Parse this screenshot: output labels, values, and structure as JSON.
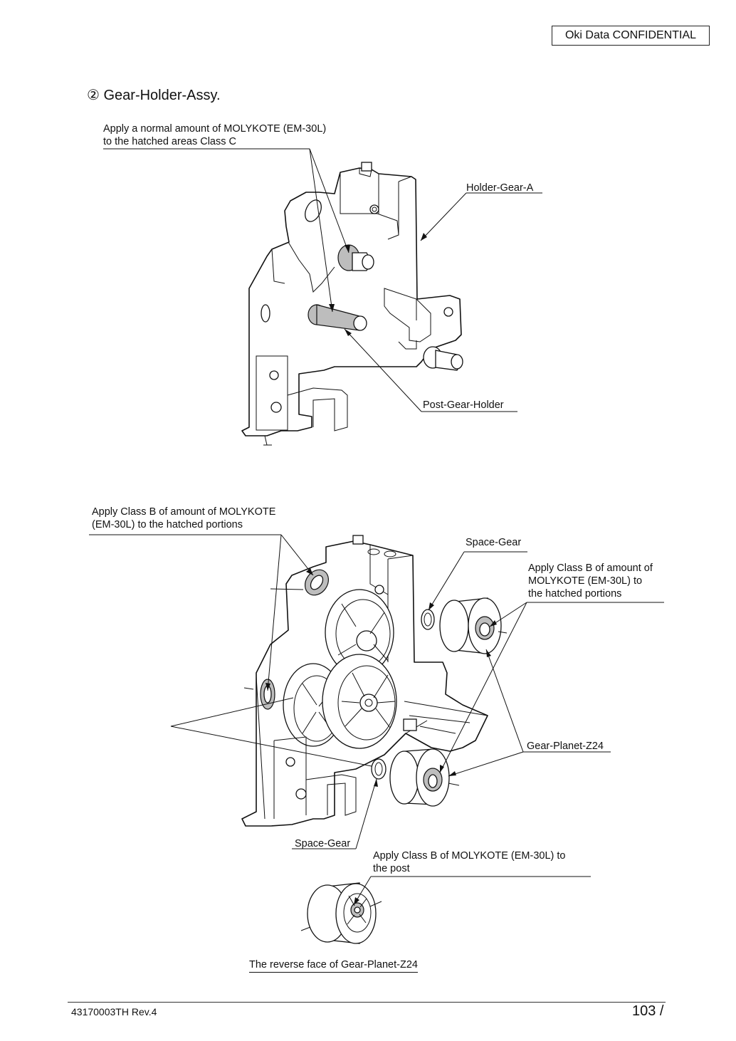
{
  "header": {
    "confidential": "Oki  Data  CONFIDENTIAL"
  },
  "section": {
    "title": "② Gear-Holder-Assy."
  },
  "figure1": {
    "note": "Apply a normal amount of MOLYKOTE (EM-30L)\nto the hatched areas       Class C",
    "label_holder": "Holder-Gear-A",
    "label_post": "Post-Gear-Holder"
  },
  "figure2": {
    "note_left": "Apply Class B of amount of MOLYKOTE\n(EM-30L) to the hatched portions",
    "label_space_top": "Space-Gear",
    "note_right": "Apply Class B of amount of\nMOLYKOTE (EM-30L) to\nthe hatched portions",
    "label_planet": "Gear-Planet-Z24",
    "label_space_bottom": "Space-Gear"
  },
  "figure3": {
    "note": "Apply Class B of MOLYKOTE (EM-30L) to\nthe post",
    "caption": "The reverse face of Gear-Planet-Z24"
  },
  "footer": {
    "doc_number": "43170003TH  Rev.4",
    "page": "103 /"
  }
}
